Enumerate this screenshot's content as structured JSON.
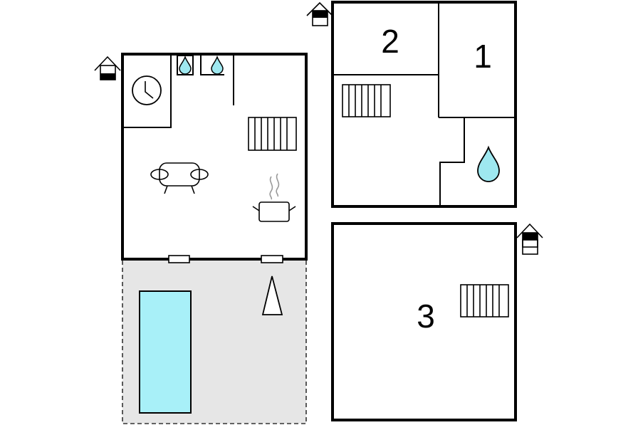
{
  "floorplan": {
    "rooms": [
      {
        "id": "room-1",
        "label": "1"
      },
      {
        "id": "room-2",
        "label": "2"
      },
      {
        "id": "room-3",
        "label": "3"
      }
    ],
    "icons": [
      "house-level-icon",
      "clock-icon",
      "water-drop-icon",
      "stairs-icon",
      "sofa-icon",
      "cooking-pot-icon",
      "pool-icon",
      "parasol-icon"
    ],
    "colors": {
      "wall": "#000000",
      "water": "#9ee8f0",
      "pool": "#a8f0f8",
      "terrace": "#e6e6e6"
    }
  }
}
